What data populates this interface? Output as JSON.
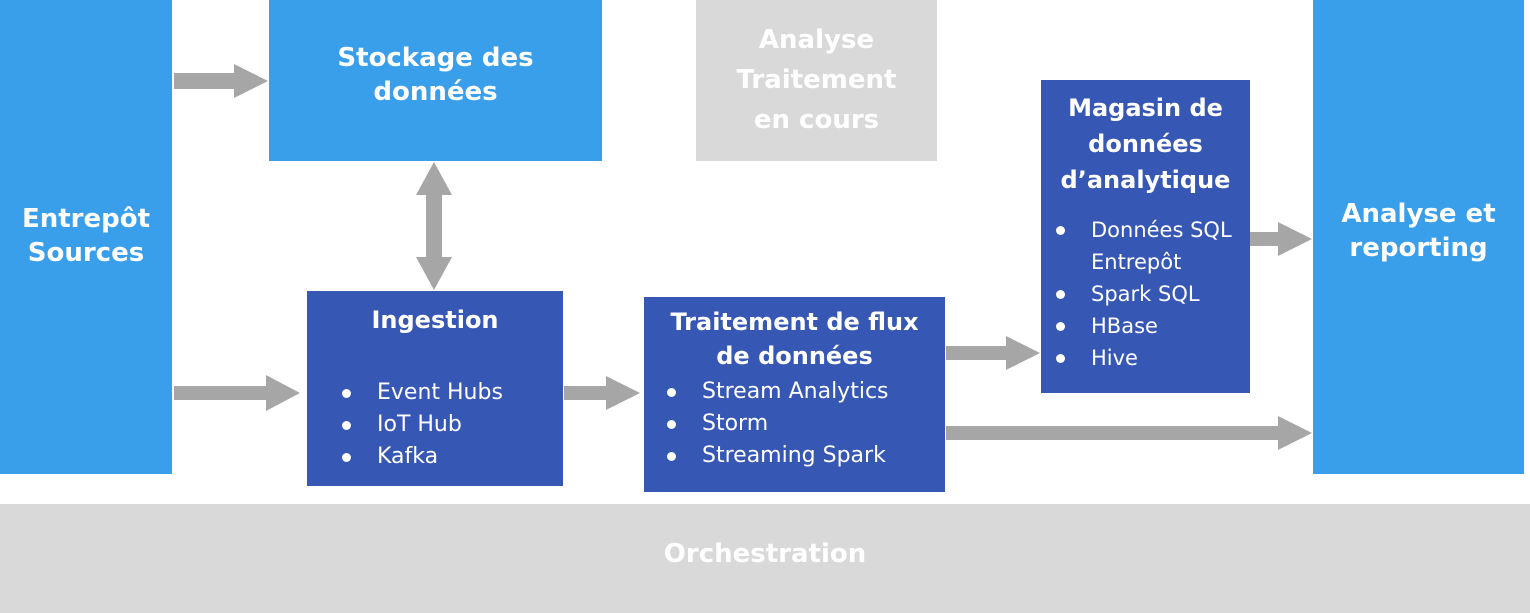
{
  "sources": {
    "lines": [
      "Entrepôt",
      "Sources"
    ]
  },
  "storage": {
    "lines": [
      "Stockage des",
      "données"
    ]
  },
  "batch": {
    "lines": [
      "Analyse",
      "Traitement",
      "en cours"
    ]
  },
  "analytics_store": {
    "lines": [
      "Magasin de",
      "données",
      "d’analytique"
    ],
    "items": [
      {
        "lines": [
          "Données SQL",
          "Entrepôt"
        ]
      },
      {
        "lines": [
          "Spark SQL"
        ]
      },
      {
        "lines": [
          "HBase"
        ]
      },
      {
        "lines": [
          "Hive"
        ]
      }
    ]
  },
  "reporting": {
    "lines": [
      "Analyse et",
      "reporting"
    ]
  },
  "ingestion": {
    "lines": [
      "Ingestion"
    ],
    "items": [
      {
        "lines": [
          "Event Hubs"
        ]
      },
      {
        "lines": [
          "IoT Hub"
        ]
      },
      {
        "lines": [
          "Kafka"
        ]
      }
    ]
  },
  "stream": {
    "lines": [
      "Traitement de flux",
      "de données"
    ],
    "items": [
      {
        "lines": [
          "Stream Analytics"
        ]
      },
      {
        "lines": [
          "Storm"
        ]
      },
      {
        "lines": [
          "Streaming Spark"
        ]
      }
    ]
  },
  "orchestration": {
    "lines": [
      "Orchestration"
    ]
  },
  "colors": {
    "light_blue": "#3a9fea",
    "dark_blue": "#3657b4",
    "gray": "#d9d9d9",
    "arrow": "#a6a6a6"
  }
}
